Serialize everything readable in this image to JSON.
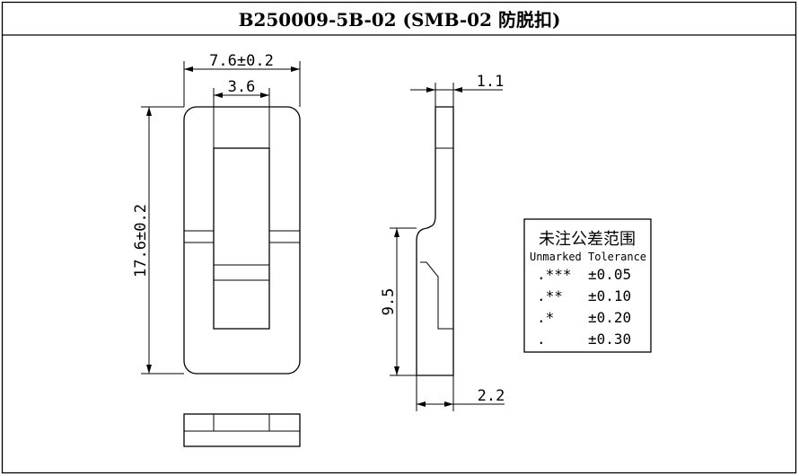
{
  "title": "B250009-5B-02 (SMB-02 防脱扣)",
  "dimensions": {
    "width_total": "7.6±0.2",
    "width_inner": "3.6",
    "height_total": "17.6±0.2",
    "thickness_top": "1.1",
    "side_height": "9.5",
    "thickness_bottom": "2.2"
  },
  "tolerance_table": {
    "heading": "未注公差范围",
    "subheading": "Unmarked Tolerance",
    "rows": [
      {
        "precision": ".***",
        "tolerance": "±0.05"
      },
      {
        "precision": ".**",
        "tolerance": "±0.10"
      },
      {
        "precision": ".*",
        "tolerance": "±0.20"
      },
      {
        "precision": ".",
        "tolerance": "±0.30"
      }
    ]
  }
}
